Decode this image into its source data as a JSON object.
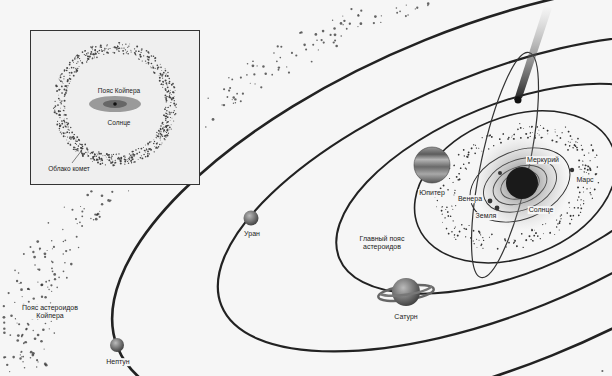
{
  "diagram": {
    "nodes": [
      {
        "text": [
          "Пояс Койпера",
          "Солнце",
          "Облако комет"
        ]
      }
    ],
    "labels": [
      "Меркурий",
      "Солнце",
      "Венера",
      "Земля",
      "Марс",
      "Юпитер",
      "Главный пояс астероидов",
      "Уран",
      "Сатурн",
      "Пояс астероидов Койпера",
      "Нептун"
    ]
  }
}
